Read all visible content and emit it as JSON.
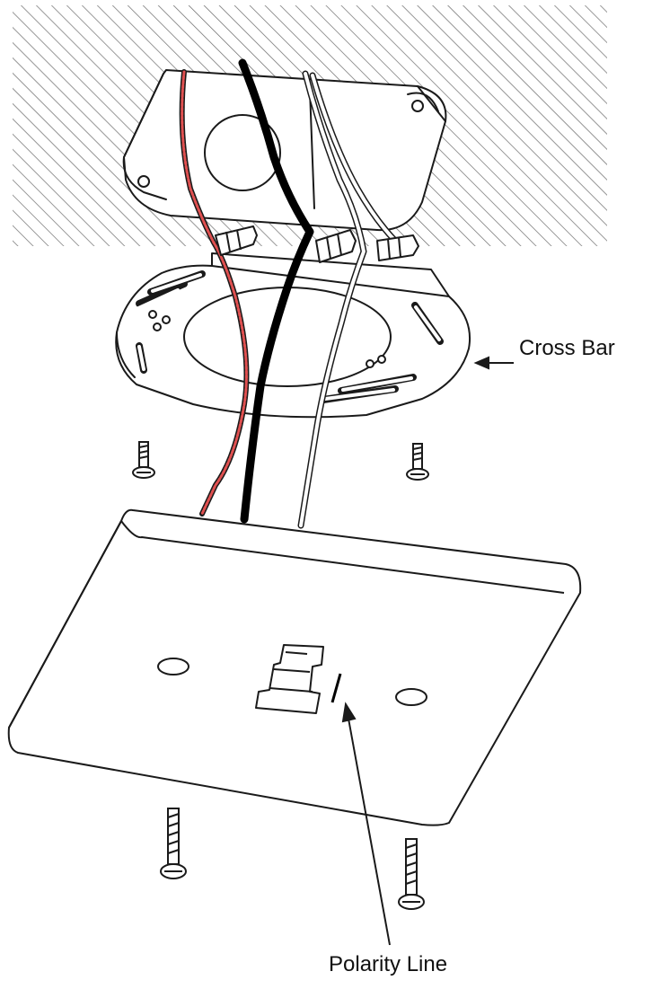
{
  "labels": {
    "cross_bar": "Cross Bar",
    "polarity_line": "Polarity Line"
  },
  "colors": {
    "line": "#1a1a1a",
    "hatch": "#6a6a6a",
    "red_wire": "#e05050",
    "black_wire": "#000000",
    "white_wire": "#ffffff",
    "background": "#ffffff"
  },
  "components": [
    "ceiling",
    "junction-box",
    "wire-nuts",
    "cross-bar",
    "cross-bar-screws",
    "canopy-plate",
    "track-connector",
    "polarity-line",
    "canopy-screws"
  ]
}
